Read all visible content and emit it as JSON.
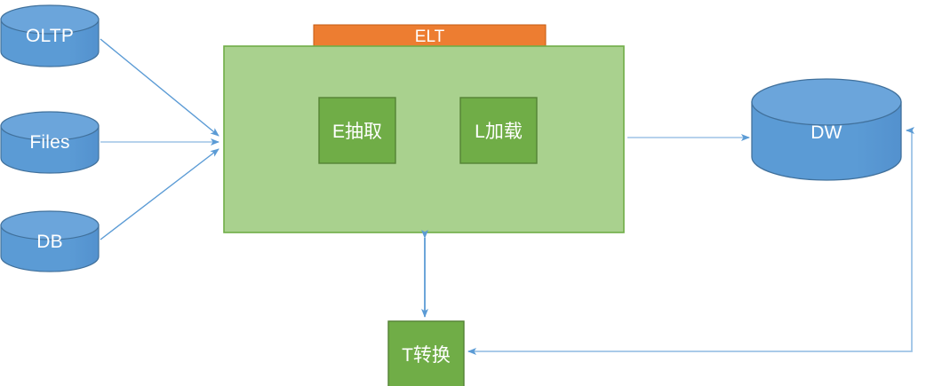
{
  "diagram": {
    "title": "ELT data flow diagram",
    "background": "#ffffff",
    "colors": {
      "cylinder_fill": "#5B9BD5",
      "cylinder_top": "#6FA8DC",
      "cylinder_stroke": "#41719C",
      "elt_bar_fill": "#ED7D31",
      "elt_bar_stroke": "#C55A11",
      "elt_box_fill": "#A9D18E",
      "elt_box_stroke": "#70AD47",
      "inner_box_fill": "#70AD47",
      "inner_box_stroke": "#548235",
      "arrow_color": "#5B9BD5",
      "arrow_color_light": "#9DC3E6",
      "label_text": "#FFFFFF"
    },
    "sources": [
      {
        "id": "oltp",
        "label": "OLTP",
        "shape": "cylinder"
      },
      {
        "id": "files",
        "label": "Files",
        "shape": "cylinder"
      },
      {
        "id": "db",
        "label": "DB",
        "shape": "cylinder"
      }
    ],
    "elt": {
      "header_label": "ELT",
      "stages": [
        {
          "id": "extract",
          "label": "E抽取"
        },
        {
          "id": "load",
          "label": "L加载"
        }
      ]
    },
    "transform": {
      "id": "transform",
      "label": "T转换"
    },
    "warehouse": {
      "id": "dw",
      "label": "DW",
      "shape": "cylinder"
    },
    "connectors": [
      {
        "id": "oltp-to-elt",
        "from": "OLTP",
        "to": "ELT",
        "style": "arrow"
      },
      {
        "id": "files-to-elt",
        "from": "Files",
        "to": "ELT",
        "style": "arrow"
      },
      {
        "id": "db-to-elt",
        "from": "DB",
        "to": "ELT",
        "style": "arrow"
      },
      {
        "id": "elt-to-dw",
        "from": "ELT",
        "to": "DW",
        "style": "arrow"
      },
      {
        "id": "elt-transform",
        "from": "ELT",
        "to": "T转换",
        "style": "double-arrow"
      },
      {
        "id": "dw-to-transform",
        "from": "DW",
        "to": "T转换",
        "style": "arrow"
      },
      {
        "id": "transform-to-dw",
        "from": "T转换",
        "to": "DW",
        "style": "arrow"
      }
    ]
  }
}
